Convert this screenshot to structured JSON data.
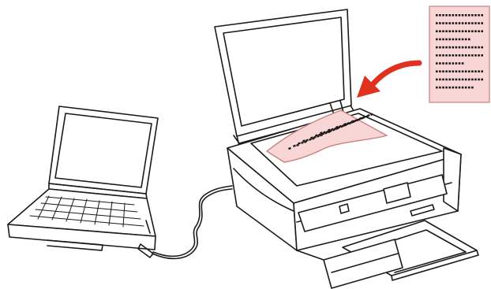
{
  "colors": {
    "document_fill": "#f9d6d6",
    "document_stroke": "#c98080",
    "dot": "#1a1a1a",
    "arrow": "#e0311e",
    "line": "#1a1a1a"
  },
  "document_text_block": {
    "rows": [
      [
        1,
        1,
        1,
        1,
        1,
        1,
        1,
        1,
        1,
        1,
        1,
        1,
        1,
        1,
        1
      ],
      [
        1,
        1,
        1,
        1,
        1,
        1,
        1,
        1,
        1,
        1,
        1,
        1,
        1,
        1,
        1
      ],
      [
        1,
        1,
        1,
        1,
        1,
        1,
        1,
        1,
        1,
        1,
        1,
        1,
        1,
        1,
        1
      ],
      [
        1,
        1,
        1,
        1,
        1,
        1,
        1,
        1,
        1,
        1,
        1,
        0,
        0,
        0,
        0
      ],
      [
        1,
        1,
        1,
        1,
        1,
        1,
        1,
        1,
        1,
        1,
        1,
        1,
        1,
        1,
        1
      ],
      [
        1,
        1,
        1,
        1,
        1,
        1,
        1,
        1,
        1,
        1,
        1,
        1,
        1,
        1,
        1
      ],
      [
        1,
        1,
        1,
        1,
        1,
        1,
        1,
        1,
        1,
        0,
        0,
        0,
        0,
        0,
        0
      ],
      [
        1,
        1,
        1,
        1,
        1,
        1,
        1,
        1,
        1,
        1,
        1,
        1,
        1,
        1,
        1
      ],
      [
        1,
        1,
        1,
        1,
        1,
        1,
        1,
        1,
        1,
        1,
        1,
        1,
        1,
        1,
        1
      ],
      [
        1,
        1,
        1,
        1,
        1,
        1,
        1,
        1,
        1,
        1,
        1,
        1,
        0,
        0,
        0
      ]
    ]
  },
  "icons": {
    "computer": "laptop-icon",
    "cable": "usb-cable-icon",
    "device": "scanner-printer-icon",
    "direction": "curved-arrow-icon",
    "document": "document-icon"
  }
}
